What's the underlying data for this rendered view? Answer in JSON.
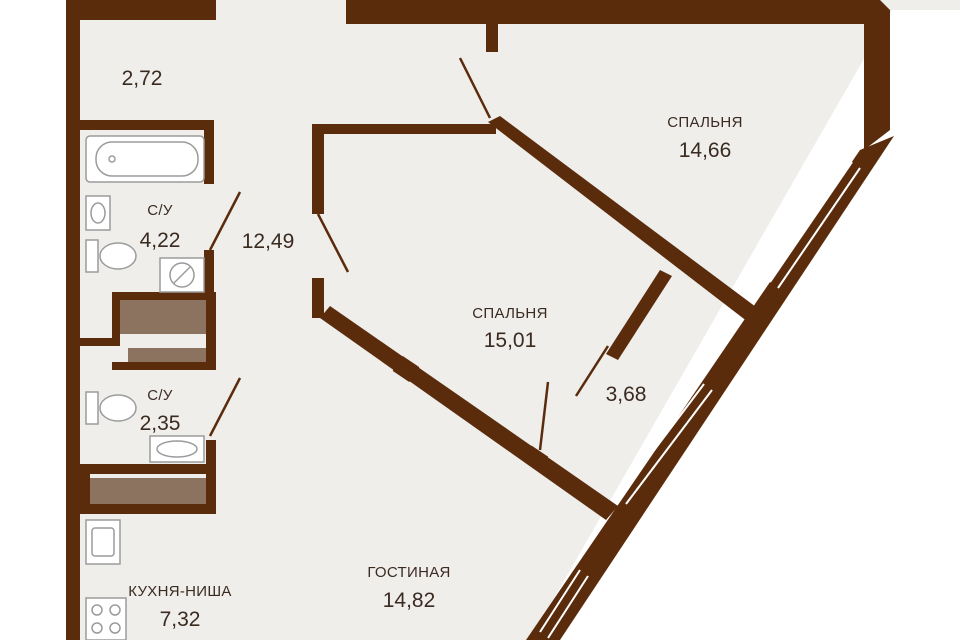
{
  "plan": {
    "colors": {
      "wall": "#5a2c0c",
      "floor": "#efeeeb",
      "fixture_stroke": "#9b9b9b",
      "fixture_fill": "#ffffff",
      "furniture_block": "#8c7360",
      "label": "#3a2a20"
    },
    "rooms": [
      {
        "id": "hall_top",
        "name": "",
        "area": "2,72"
      },
      {
        "id": "corridor",
        "name": "",
        "area": "12,49"
      },
      {
        "id": "bath1",
        "name": "С/У",
        "area": "4,22"
      },
      {
        "id": "bath2",
        "name": "С/У",
        "area": "2,35"
      },
      {
        "id": "bedroom1",
        "name": "СПАЛЬНЯ",
        "area": "14,66"
      },
      {
        "id": "bedroom2",
        "name": "СПАЛЬНЯ",
        "area": "15,01"
      },
      {
        "id": "closet",
        "name": "",
        "area": "3,68"
      },
      {
        "id": "living",
        "name": "ГОСТИНАЯ",
        "area": "14,82"
      },
      {
        "id": "kitchen",
        "name": "КУХНЯ-НИША",
        "area": "7,32"
      }
    ],
    "icons": [
      "bathtub-icon",
      "sink-icon",
      "toilet-icon",
      "washing-machine-icon",
      "stove-icon",
      "window-icon"
    ]
  }
}
